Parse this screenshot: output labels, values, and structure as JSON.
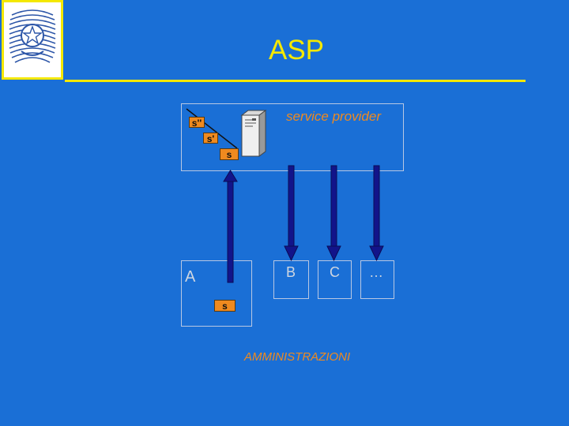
{
  "slide": {
    "title": "ASP",
    "service_provider_label": "service provider",
    "node_a": "A",
    "node_b": "B",
    "node_c": "C",
    "node_more": "…",
    "service_tags": {
      "s_double_prime": "s''",
      "s_prime": "s'",
      "s_top": "s",
      "s_bottom": "s"
    },
    "footer_label": "AMMINISTRAZIONI"
  },
  "colors": {
    "background": "#1a6fd6",
    "accent_yellow": "#f4e800",
    "accent_orange": "#ef8a1f",
    "arrow_navy": "#12148a"
  }
}
